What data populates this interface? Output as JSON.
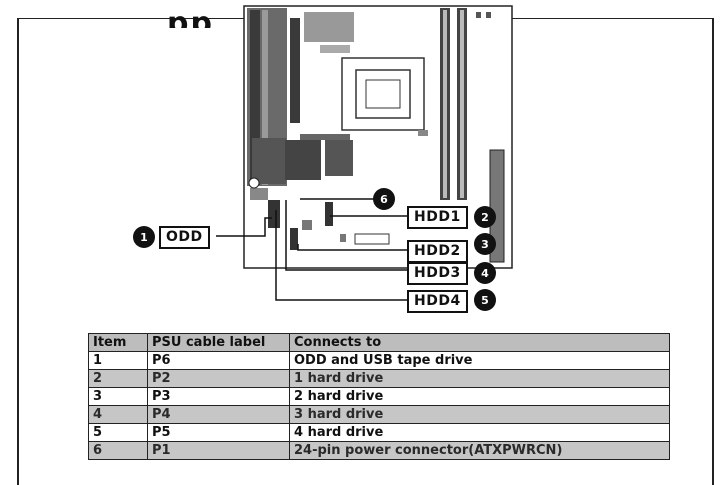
{
  "title_fragment": "pp",
  "callouts": [
    "1",
    "2",
    "3",
    "4",
    "5",
    "6"
  ],
  "labels": {
    "odd": "ODD",
    "hdd1": "HDD1",
    "hdd2": "HDD2",
    "hdd3": "HDD3",
    "hdd4": "HDD4"
  },
  "table": {
    "headers": [
      "Item",
      "PSU cable label",
      "Connects to"
    ],
    "rows": [
      [
        "1",
        "P6",
        "ODD and USB tape drive"
      ],
      [
        "2",
        "P2",
        "1 hard drive"
      ],
      [
        "3",
        "P3",
        "2 hard drive"
      ],
      [
        "4",
        "P4",
        "3 hard drive"
      ],
      [
        "5",
        "P5",
        "4 hard drive"
      ],
      [
        "6",
        "P1",
        "24-pin power connector(ATXPWRCN)"
      ]
    ]
  }
}
